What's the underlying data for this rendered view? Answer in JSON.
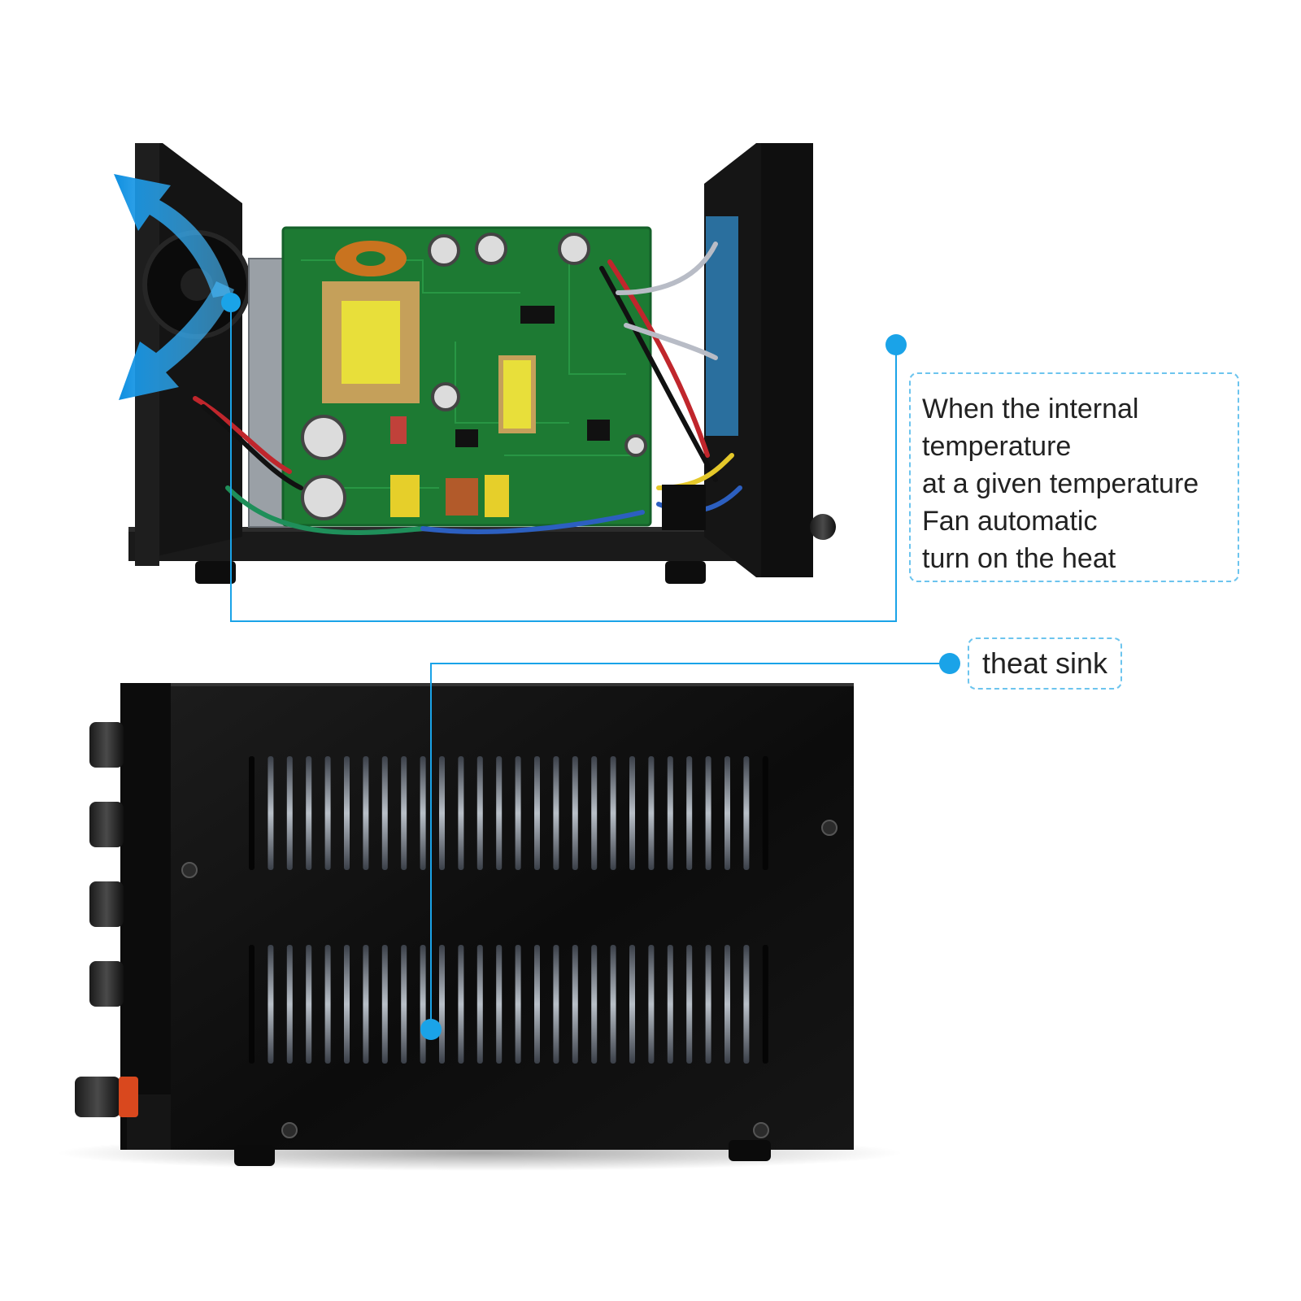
{
  "colors": {
    "accent": "#1aa3e8",
    "callout_border": "#6cc4ee",
    "chassis": "#111111",
    "pcb": "#1d7a33"
  },
  "callouts": {
    "fan": {
      "lines": [
        "When the internal",
        "temperature",
        "at a given temperature",
        "Fan automatic",
        "turn on the heat"
      ]
    },
    "heat_sink": {
      "label": "theat sink"
    }
  }
}
